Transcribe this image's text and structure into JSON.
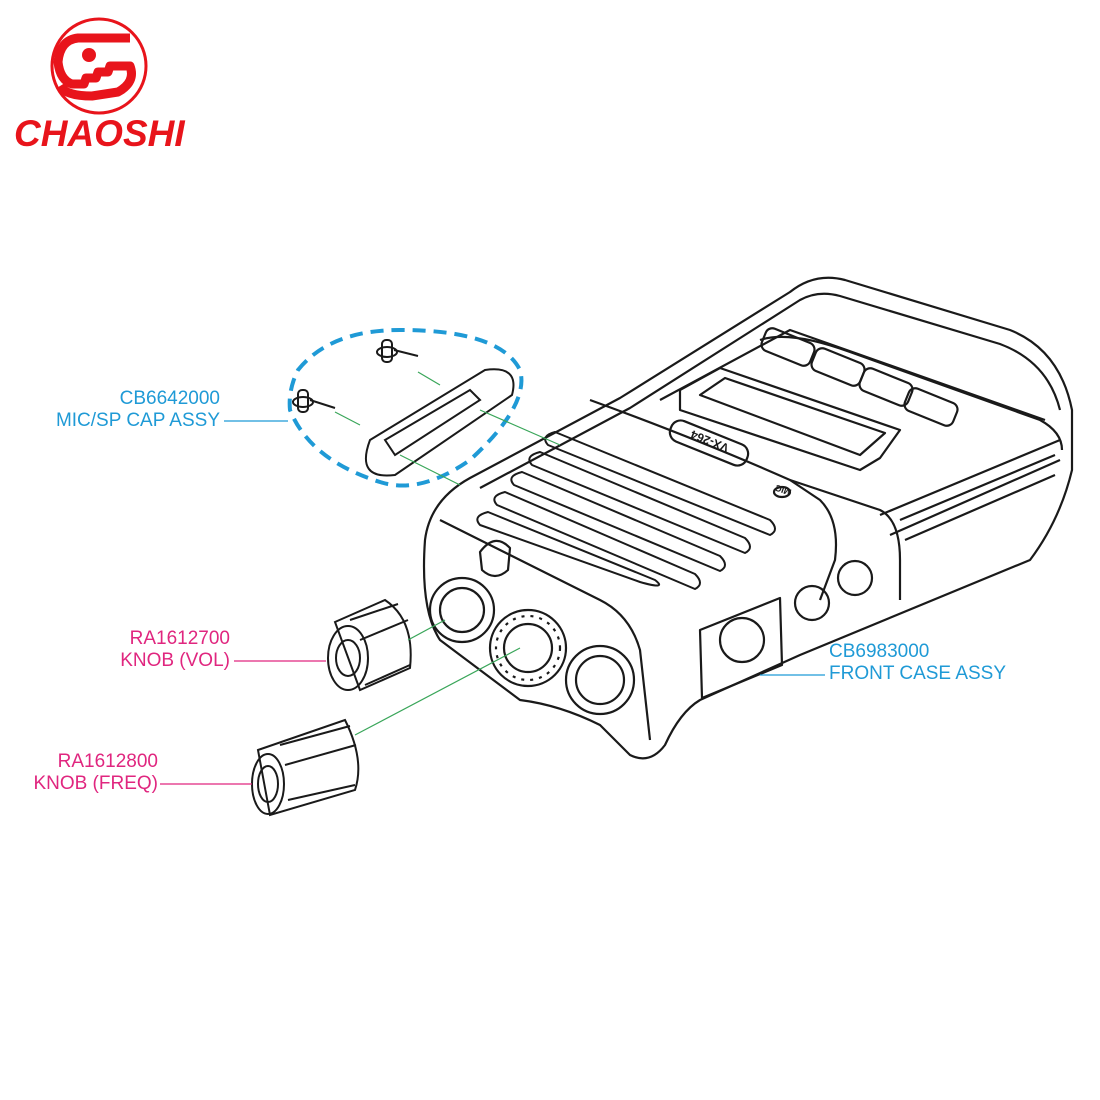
{
  "brand": {
    "name": "CHAOSHI",
    "color": "#e8141b"
  },
  "radio_markings": {
    "model": "VX-264",
    "mic_label": "MIC"
  },
  "callouts": [
    {
      "part_no": "CB6642000",
      "name": "MIC/SP CAP ASSY",
      "color": "#1f9ad6"
    },
    {
      "part_no": "RA1612700",
      "name": "KNOB (VOL)",
      "color": "#e0267f"
    },
    {
      "part_no": "RA1612800",
      "name": "KNOB (FREQ)",
      "color": "#e0267f"
    },
    {
      "part_no": "CB6983000",
      "name": "FRONT CASE ASSY",
      "color": "#1f9ad6"
    }
  ]
}
